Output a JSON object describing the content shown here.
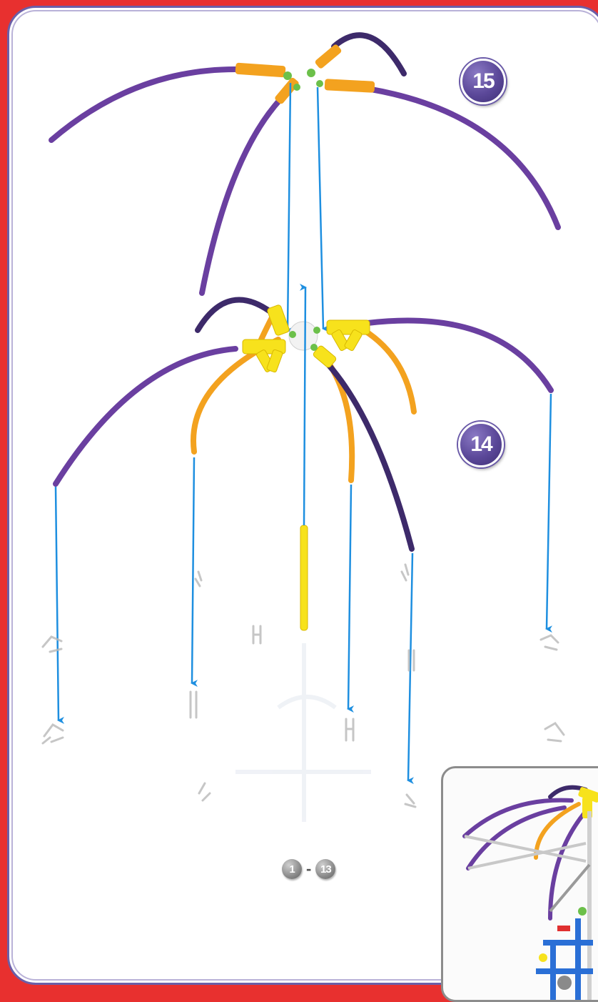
{
  "steps": {
    "step_15": "15",
    "step_14": "14"
  },
  "prior_steps": {
    "from": "1",
    "separator": "-",
    "to": "13"
  },
  "colors": {
    "background_red": "#e8302f",
    "panel_border": "#6b5fa8",
    "purple_rod": "#6a3fa0",
    "dark_purple_rod": "#3d2a6a",
    "orange_rod": "#f3a21f",
    "yellow_connector": "#f7e21c",
    "green_connector": "#6cc04a",
    "arrow_blue": "#1e8fe0",
    "badge_purple": "#5b4899"
  },
  "icons": [
    "step-badge",
    "assembly-arrow",
    "finished-model-preview"
  ]
}
